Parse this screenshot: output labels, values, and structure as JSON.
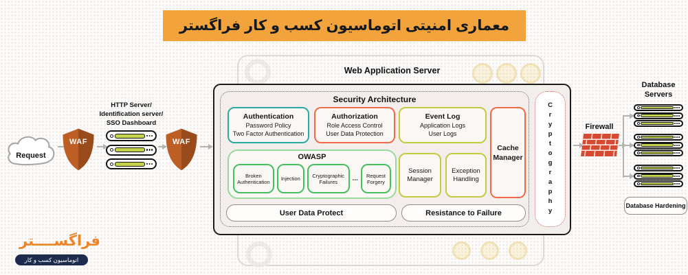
{
  "banner": {
    "title": "معماری امنیتی اتوماسیون کسب و کار فراگستر"
  },
  "flow": {
    "request_label": "Request",
    "waf_label": "WAF",
    "front_servers_line1": "HTTP Server/",
    "front_servers_line2": "Identification server/",
    "front_servers_line3": "SSO Dashboard"
  },
  "server_box": {
    "title": "Web Application Server",
    "container_title": "Security Architecture",
    "authentication": {
      "title": "Authentication",
      "item1": "Password Policy",
      "item2": "Two Factor Authentication"
    },
    "authorization": {
      "title": "Authorization",
      "item1": "Role Access Control",
      "item2": "User Data Protection"
    },
    "event_log": {
      "title": "Event Log",
      "item1": "Application Logs",
      "item2": "User Logs"
    },
    "cache_manager": "Cache Manager",
    "owasp": {
      "title": "OWASP",
      "item1": "Broken Authentication",
      "item2": "Injection",
      "item3": "Cryptographic Failures",
      "ellipsis": "...",
      "item4": "Request Forgery"
    },
    "session_manager": "Session Manager",
    "exception_handling": "Exception Handling",
    "user_data_protect": "User Data Protect",
    "resistance_to_failure": "Resistance to Failure",
    "cryptography": "Cryptography"
  },
  "right_side": {
    "firewall_label": "Firewall",
    "db_servers_line1": "Database",
    "db_servers_line2": "Servers",
    "db_hardening": "Database Hardening"
  },
  "logo": {
    "name": "فراگســــتر",
    "tagline": "اتوماسیون کسب و کار"
  },
  "colors": {
    "banner_bg": "#F2A33C",
    "teal_border": "#2AA9A2",
    "orange_red_border": "#EE6A45",
    "olive_border": "#C2CA3E",
    "green_border": "#46BE5E",
    "light_green_border": "#98D89A",
    "waf_shield": "#B5591F",
    "firewall_brick": "#D64A32",
    "server_bar": "#C5D24B",
    "logo_orange": "#EE8327",
    "logo_navy": "#1D2C4E"
  }
}
